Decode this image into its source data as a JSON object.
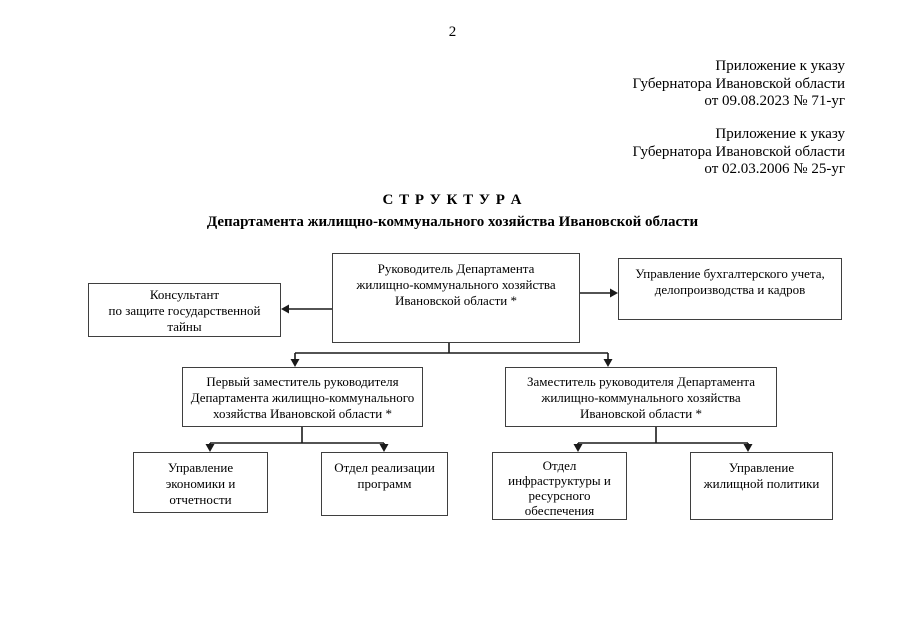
{
  "page": {
    "number": "2",
    "appendix_1": {
      "line1": "Приложение к указу",
      "line2": "Губернатора Ивановской области",
      "line3": "от 09.08.2023 № 71-уг"
    },
    "appendix_2": {
      "line1": "Приложение к указу",
      "line2": "Губернатора Ивановской области",
      "line3": "от 02.03.2006 № 25-уг"
    },
    "title": "С Т Р У К Т У Р А",
    "subtitle": "Департамента жилищно-коммунального хозяйства Ивановской области"
  },
  "org": {
    "head": {
      "lines": [
        "Руководитель Департамента",
        "жилищно-коммунального хозяйства",
        "Ивановской области *"
      ]
    },
    "consultant": {
      "lines": [
        "Консультант",
        "по защите государственной",
        "тайны"
      ]
    },
    "accounting": {
      "lines": [
        "Управление бухгалтерского учета,",
        "делопроизводства и кадров"
      ]
    },
    "first_deputy": {
      "lines": [
        "Первый заместитель руководителя",
        "Департамента жилищно-коммунального",
        "хозяйства Ивановской области *"
      ]
    },
    "deputy": {
      "lines": [
        "Заместитель руководителя Департамента",
        "жилищно-коммунального хозяйства",
        "Ивановской области *"
      ]
    },
    "economics": {
      "lines": [
        "Управление",
        "экономики и",
        "отчетности"
      ]
    },
    "programs": {
      "lines": [
        "Отдел реализации",
        "программ"
      ]
    },
    "infrastructure": {
      "lines": [
        "Отдел",
        "инфраструктуры и",
        "ресурсного",
        "обеспечения"
      ]
    },
    "housing": {
      "lines": [
        "Управление",
        "жилищной политики"
      ]
    }
  }
}
